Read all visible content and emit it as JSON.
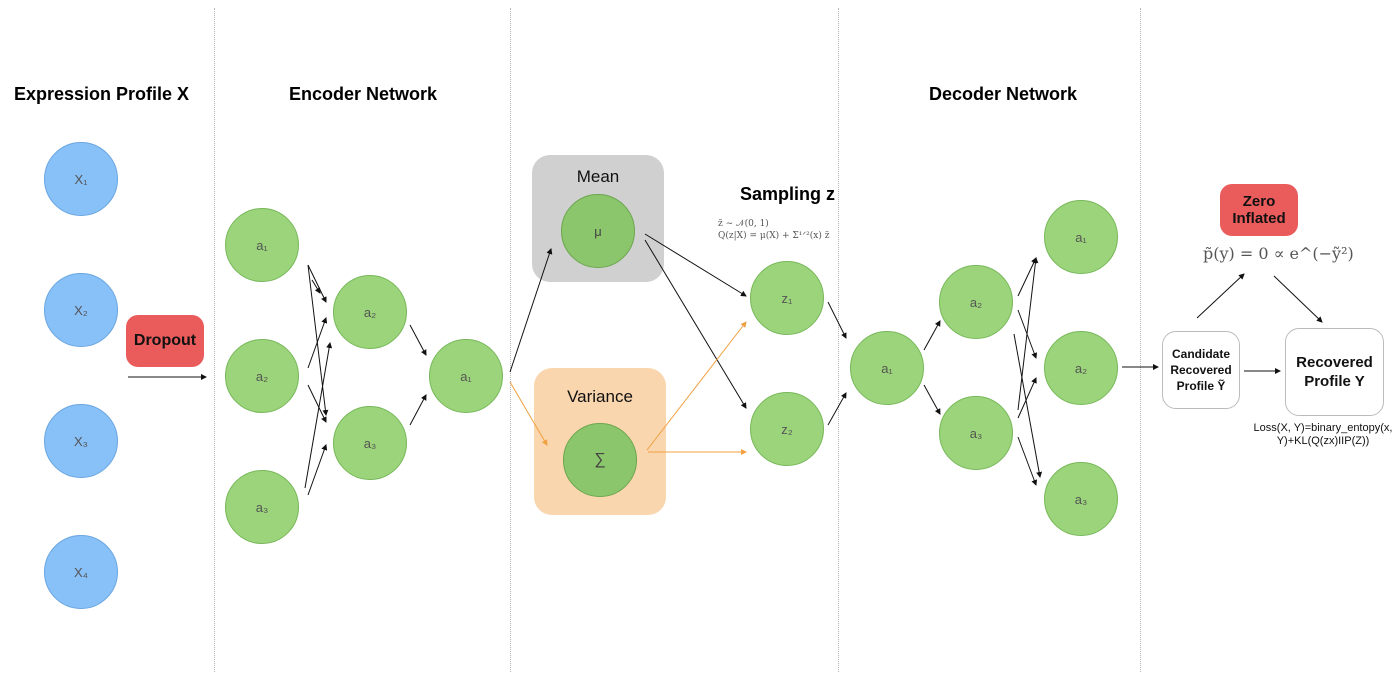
{
  "sections": {
    "input_title": "Expression Profile X",
    "encoder_title": "Encoder Network",
    "decoder_title": "Decoder Network",
    "sampling_title": "Sampling z"
  },
  "input_nodes": [
    "X₁",
    "X₂",
    "X₃",
    "X₄"
  ],
  "dropout_label": "Dropout",
  "encoder": {
    "layer1": [
      "a₁",
      "a₂",
      "a₃"
    ],
    "layer2": [
      "a₂",
      "a₃"
    ],
    "layer3": [
      "a₁"
    ]
  },
  "latent": {
    "mean_label": "Mean",
    "mean_symbol": "μ",
    "variance_label": "Variance",
    "variance_symbol": "∑",
    "z_nodes": [
      "z₁",
      "z₂"
    ],
    "formula_line1": "z̃ ∼ 𝒩(0, 1)",
    "formula_line2": "Q(z|X) = μ(X) + Σ¹ᐟ²(x) z̃"
  },
  "decoder": {
    "layer1": [
      "a₁"
    ],
    "layer2": [
      "a₂",
      "a₃"
    ],
    "layer3": [
      "a₁",
      "a₂",
      "a₃"
    ]
  },
  "output": {
    "zero_inflated_label": "Zero Inflated",
    "zero_inflated_formula": "p̃(y) = 0 ∝ e^(−ỹ²)",
    "candidate_label": "Candidate Recovered Profile Ỹ",
    "recovered_label": "Recovered Profile Y",
    "loss_line1": "Loss(X, Y)=binary_entopy(x,",
    "loss_line2": "Y)+KL(Q(zx)IIP(Z))"
  },
  "colors": {
    "input_node": "#88c0f8",
    "hidden_node": "#9bd47a",
    "dropout": "#ea5b5b",
    "mean_box": "#d0d0d0",
    "variance_box": "#fad6ae",
    "variance_arrow": "#f0a040"
  }
}
